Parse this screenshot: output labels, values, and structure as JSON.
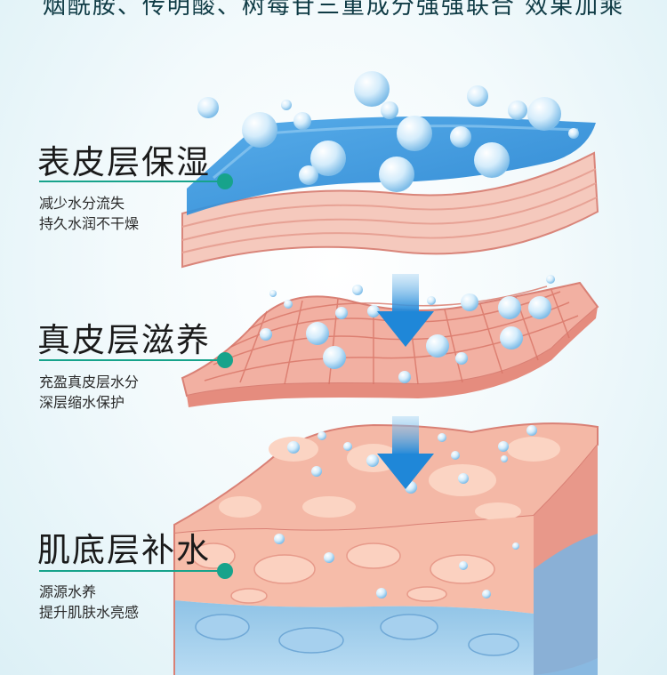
{
  "banner": {
    "text": "烟酰胺、传明酸、树莓苷三重成分强强联合 效果加乘"
  },
  "layers": [
    {
      "title": "表皮层保湿",
      "lines": [
        "减少水分流失",
        "持久水润不干燥"
      ]
    },
    {
      "title": "真皮层滋养",
      "lines": [
        "充盈真皮层水分",
        "深层缩水保护"
      ]
    },
    {
      "title": "肌底层补水",
      "lines": [
        "源源水养",
        "提升肌肤水亮感"
      ]
    }
  ],
  "colors": {
    "accent": "#17a38b",
    "water": "#2f8fd6",
    "skin": "#f2a698"
  },
  "icons": [
    "down-arrow-icon",
    "water-bubble-icon"
  ]
}
